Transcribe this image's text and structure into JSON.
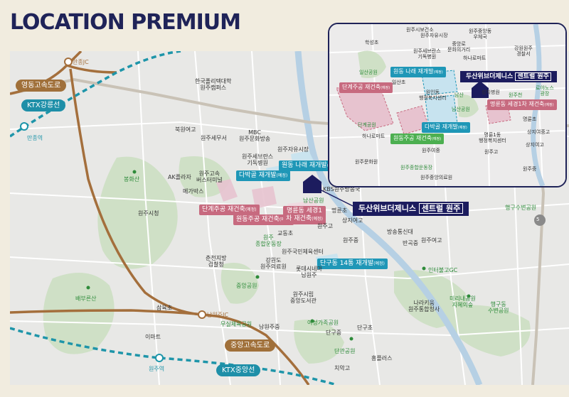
{
  "title": "LOCATION PREMIUM",
  "main_map": {
    "highlight": {
      "label_a": "두산위브더제니스",
      "label_b": "센트럴 원주"
    },
    "roads": {
      "yeongdong": "영동고속도로",
      "ktx_gangneung": "KTX강릉선",
      "ktx_jungang": "KTX중앙선",
      "jungang_expressway": "중앙고속도로",
      "national_5": "5"
    },
    "ic": {
      "manjong_ic": "만종JC",
      "namwonju_ic": "남원주IC"
    },
    "stations": {
      "manjong": "만종역",
      "wonju": "원주역"
    },
    "projects": {
      "wondong_narae": "원동 나래 재개발",
      "dabakgol": "다박골 재개발",
      "dangyegugong": "단계주공 재건축",
      "wondongjugong": "원동주공 재건축",
      "myeongryun": "명륜동 세경1차 재건축",
      "dangu14": "단구동 14통 재개발",
      "tag": "(예정)"
    },
    "places": {
      "kpoly": "한국폴리텍대학\n원주캠퍼스",
      "bukwon_hs": "북원여고",
      "wonju_tax": "원주세무서",
      "mbc": "MBC\n원주문화방송",
      "severance": "원주세브란스\n기독병원",
      "wonju_market": "원주자유시장",
      "kbs": "KBS원주방송국",
      "ak_plaza": "AK플라자",
      "bus_terminal": "원주고속\n버스터미널",
      "megabox": "메가박스",
      "bonghwasan": "봉화산",
      "wonju_city_hall": "원주시청",
      "namsan_park": "남산공원",
      "myeongryun_es": "명륜초",
      "sangji_girls": "상지여고",
      "wonju_hs": "원주고",
      "wonju_ms": "원주중",
      "gyodong_es": "교동초",
      "wonju_stadium": "원주\n종합운동장",
      "wonju_gym": "원주국민체육센터",
      "bangong_es": "방송통신대",
      "bangok_ms": "반곡중",
      "wonju_girls_hs": "원주여고",
      "chuncheon_court": "춘천지방\n검찰청",
      "gangwon_hosp": "강원도\n원주의료원",
      "jungang_park": "중앙공원",
      "lotte_cinema": "롯데시네마\n남원주",
      "library": "원주시립\n중앙도서관",
      "baebusan": "배부른산",
      "samkwang_es": "삼육초",
      "emart": "이마트",
      "wonju_sports": "무실체육공원",
      "namwonju_ms": "남원주중",
      "yeoseong_park": "여성가족공원",
      "danggu_ms": "단구중",
      "danggu_es": "단구초",
      "dangwan_park": "단관공원",
      "hyundai_plaza": "흥플러스",
      "chiak_hs": "치악고",
      "haenggu_park": "행구수변공원",
      "interbullo": "인터불고GC",
      "nara": "나라키움\n원주통합청사",
      "mirinae_park": "미리내공원\n지혜의숲",
      "haenggu_lake": "행구동\n수변공원"
    }
  },
  "inset": {
    "highlight": {
      "label_a": "두산위브더제니스",
      "label_b": "센트럴 원주"
    },
    "projects": {
      "wondong_narae": "원동 나래 재개발",
      "dangyegugong": "단계주공 재건축",
      "myeongryun": "명륜동 세경1차 재건축",
      "dabakgol": "다박골 재개발",
      "wondongjugong": "원동주공 재건축",
      "tag": "(예정)"
    },
    "places": {
      "wonju_school": "원주시보건소",
      "hakseong_es": "학성초",
      "wonju_market": "원주자유시장",
      "jungang_ms": "원주중앙동\n우체국",
      "jungang_culture": "중앙로\n문화의거리",
      "severance": "원주세브란스\n기독병원",
      "hanaro": "하나로마트",
      "gangwon_police": "강원원주\n경찰서",
      "lotte_cinema": "로야노스\n광장",
      "ilsan_park": "일산공원",
      "ilsan_es": "일산초",
      "wondong_center": "원인동\n행정복지센터",
      "namsan": "남산",
      "seongji_hosp": "성지병원",
      "wonju_es": "원주천",
      "namsan_park": "남산공원",
      "dangye_park": "단계공원",
      "hanaro2": "하나로마트",
      "myeongryun_es": "명륜초",
      "sangji_ms": "상지여중고",
      "myeongryun_center": "명륜1동\n행정복지센터",
      "sangji_hs": "상지여고",
      "wonju_girls_ms": "원주여중",
      "wonju_hs": "원주고",
      "wonju_culture": "원주문화원",
      "stadium": "원주종합운동장",
      "wonju_hosp": "원주중앙의료원",
      "wonju_ms": "원주중"
    }
  }
}
